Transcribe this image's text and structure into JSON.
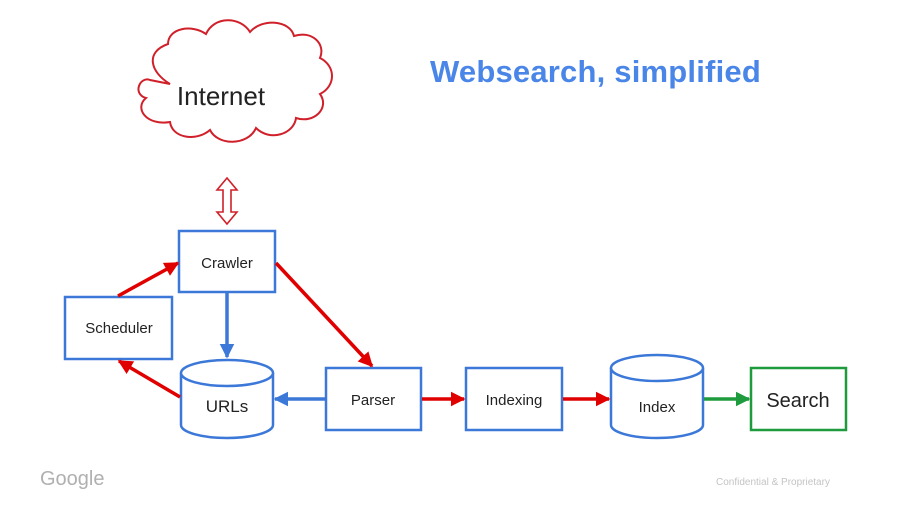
{
  "title": "Websearch, simplified",
  "footer": {
    "logo": "Google",
    "note": "Confidential & Proprietary"
  },
  "colors": {
    "title": "#4a86e8",
    "box_stroke": "#3c78d8",
    "red_arrow": "#e00000",
    "blue_arrow": "#3c78d8",
    "green": "#1e9b3c",
    "cloud_stroke": "#d0202a"
  },
  "nodes": {
    "internet": {
      "label": "Internet",
      "shape": "cloud"
    },
    "crawler": {
      "label": "Crawler",
      "shape": "box"
    },
    "scheduler": {
      "label": "Scheduler",
      "shape": "box"
    },
    "urls": {
      "label": "URLs",
      "shape": "cylinder"
    },
    "parser": {
      "label": "Parser",
      "shape": "box"
    },
    "indexing": {
      "label": "Indexing",
      "shape": "box"
    },
    "index": {
      "label": "Index",
      "shape": "cylinder"
    },
    "search": {
      "label": "Search",
      "shape": "box"
    }
  },
  "edges": [
    {
      "from": "internet",
      "to": "crawler",
      "style": "double-hollow",
      "color": "red"
    },
    {
      "from": "scheduler",
      "to": "crawler",
      "color": "red"
    },
    {
      "from": "crawler",
      "to": "urls",
      "color": "blue"
    },
    {
      "from": "crawler",
      "to": "parser",
      "color": "red"
    },
    {
      "from": "urls",
      "to": "scheduler",
      "color": "red"
    },
    {
      "from": "parser",
      "to": "urls",
      "color": "blue"
    },
    {
      "from": "parser",
      "to": "indexing",
      "color": "red"
    },
    {
      "from": "indexing",
      "to": "index",
      "color": "red"
    },
    {
      "from": "index",
      "to": "search",
      "color": "green"
    }
  ]
}
